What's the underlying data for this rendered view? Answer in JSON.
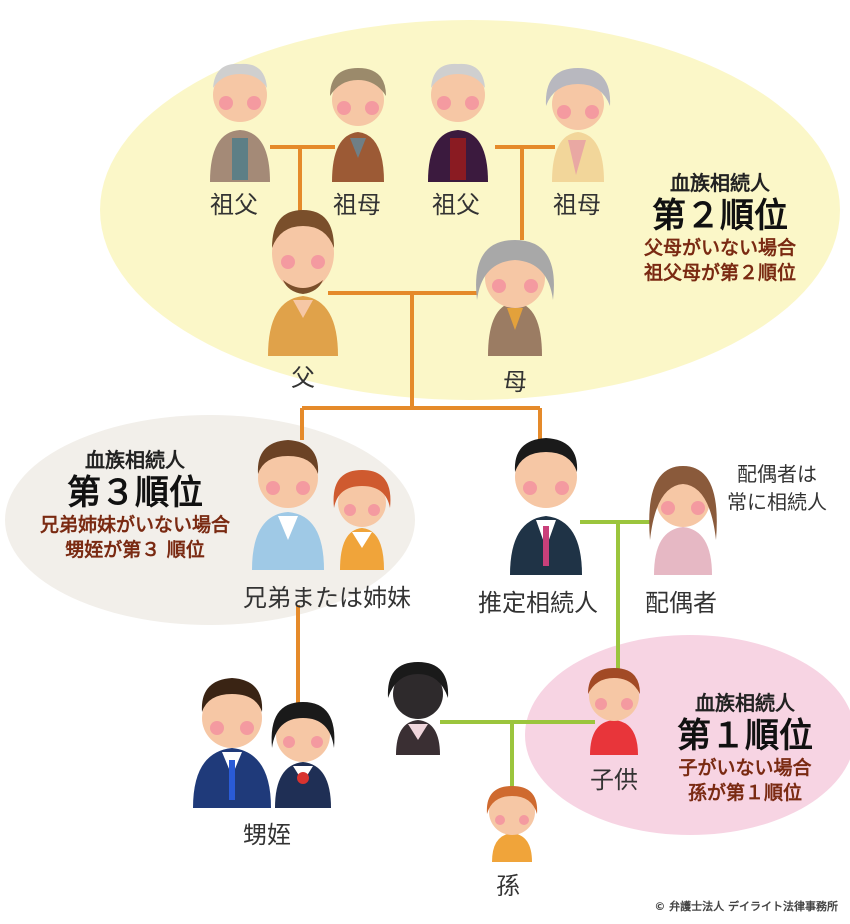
{
  "colors": {
    "second_zone": "#fbf7c8",
    "third_zone": "#f2efea",
    "first_zone": "#f7d4e3",
    "line_orange": "#e58a2a",
    "line_green": "#9bc53d",
    "annotation_red": "#7a2a12"
  },
  "people": {
    "paternal_grandfather": "祖父",
    "paternal_grandmother": "祖母",
    "maternal_grandfather": "祖父",
    "maternal_grandmother": "祖母",
    "father": "父",
    "mother": "母",
    "siblings": "兄弟または姉妹",
    "decedent": "推定相続人",
    "spouse": "配偶者",
    "nephews_nieces": "甥姪",
    "child": "子供",
    "grandchild": "孫"
  },
  "annotations": {
    "second": {
      "title": "血族相続人",
      "rank": "第２順位",
      "line1": "父母がいない場合",
      "line2": "祖父母が第２順位"
    },
    "third": {
      "title": "血族相続人",
      "rank": "第３順位",
      "line1": "兄弟姉妹がいない場合",
      "line2": "甥姪が第３ 順位"
    },
    "first": {
      "title": "血族相続人",
      "rank": "第１順位",
      "line1": "子がいない場合",
      "line2": "孫が第１順位"
    },
    "spouse_note_line1": "配偶者は",
    "spouse_note_line2": "常に相続人"
  },
  "copyright": "© 弁護士法人 デイライト法律事務所"
}
